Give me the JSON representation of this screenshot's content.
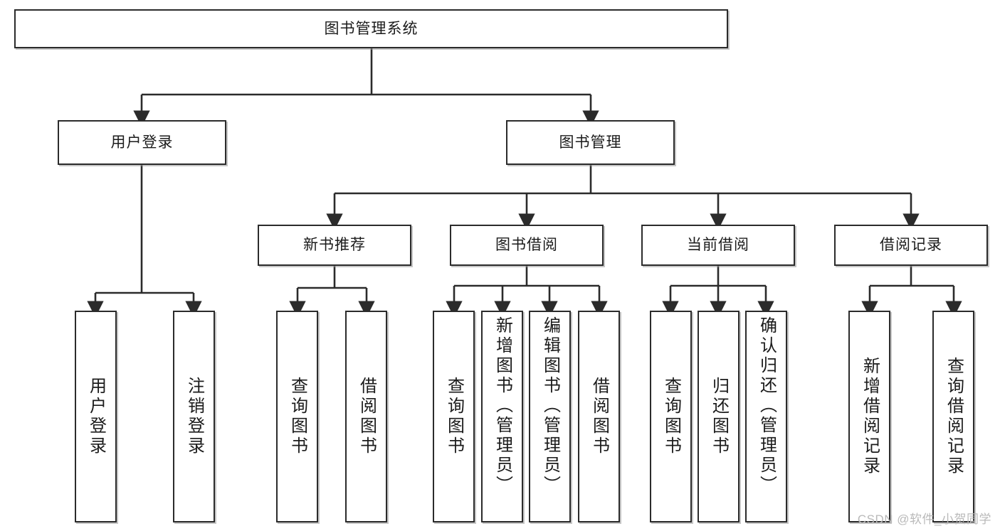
{
  "diagram": {
    "title_node": {
      "label": "图书管理系统"
    },
    "level2": [
      {
        "id": "user-login",
        "label": "用户登录"
      },
      {
        "id": "book-management",
        "label": "图书管理"
      }
    ],
    "level3": [
      {
        "id": "new-book-recommend",
        "label": "新书推荐"
      },
      {
        "id": "book-borrow",
        "label": "图书借阅"
      },
      {
        "id": "current-borrow",
        "label": "当前借阅"
      },
      {
        "id": "borrow-record",
        "label": "借阅记录"
      }
    ],
    "leaves": [
      {
        "id": "leaf-user-login",
        "label": "用户登录"
      },
      {
        "id": "leaf-logout-login",
        "label": "注销登录"
      },
      {
        "id": "leaf-query-book-1",
        "label": "查询图书"
      },
      {
        "id": "leaf-borrow-book-1",
        "label": "借阅图书"
      },
      {
        "id": "leaf-query-book-2",
        "label": "查询图书"
      },
      {
        "id": "leaf-add-book-admin",
        "label": "新增图书（管理员）"
      },
      {
        "id": "leaf-edit-book-admin",
        "label": "编辑图书（管理员）"
      },
      {
        "id": "leaf-borrow-book-2",
        "label": "借阅图书"
      },
      {
        "id": "leaf-query-book-3",
        "label": "查询图书"
      },
      {
        "id": "leaf-return-book",
        "label": "归还图书"
      },
      {
        "id": "leaf-confirm-return-admin",
        "label": "确认归还（管理员）"
      },
      {
        "id": "leaf-add-borrow-record",
        "label": "新增借阅记录"
      },
      {
        "id": "leaf-query-borrow-record",
        "label": "查询借阅记录"
      }
    ],
    "watermark": "CSDN @软件_小贺同学",
    "colors": {
      "border": "#2b2b2b",
      "text": "#1b1b1b",
      "background": "#ffffff",
      "watermark": "#b9b9b9"
    }
  }
}
